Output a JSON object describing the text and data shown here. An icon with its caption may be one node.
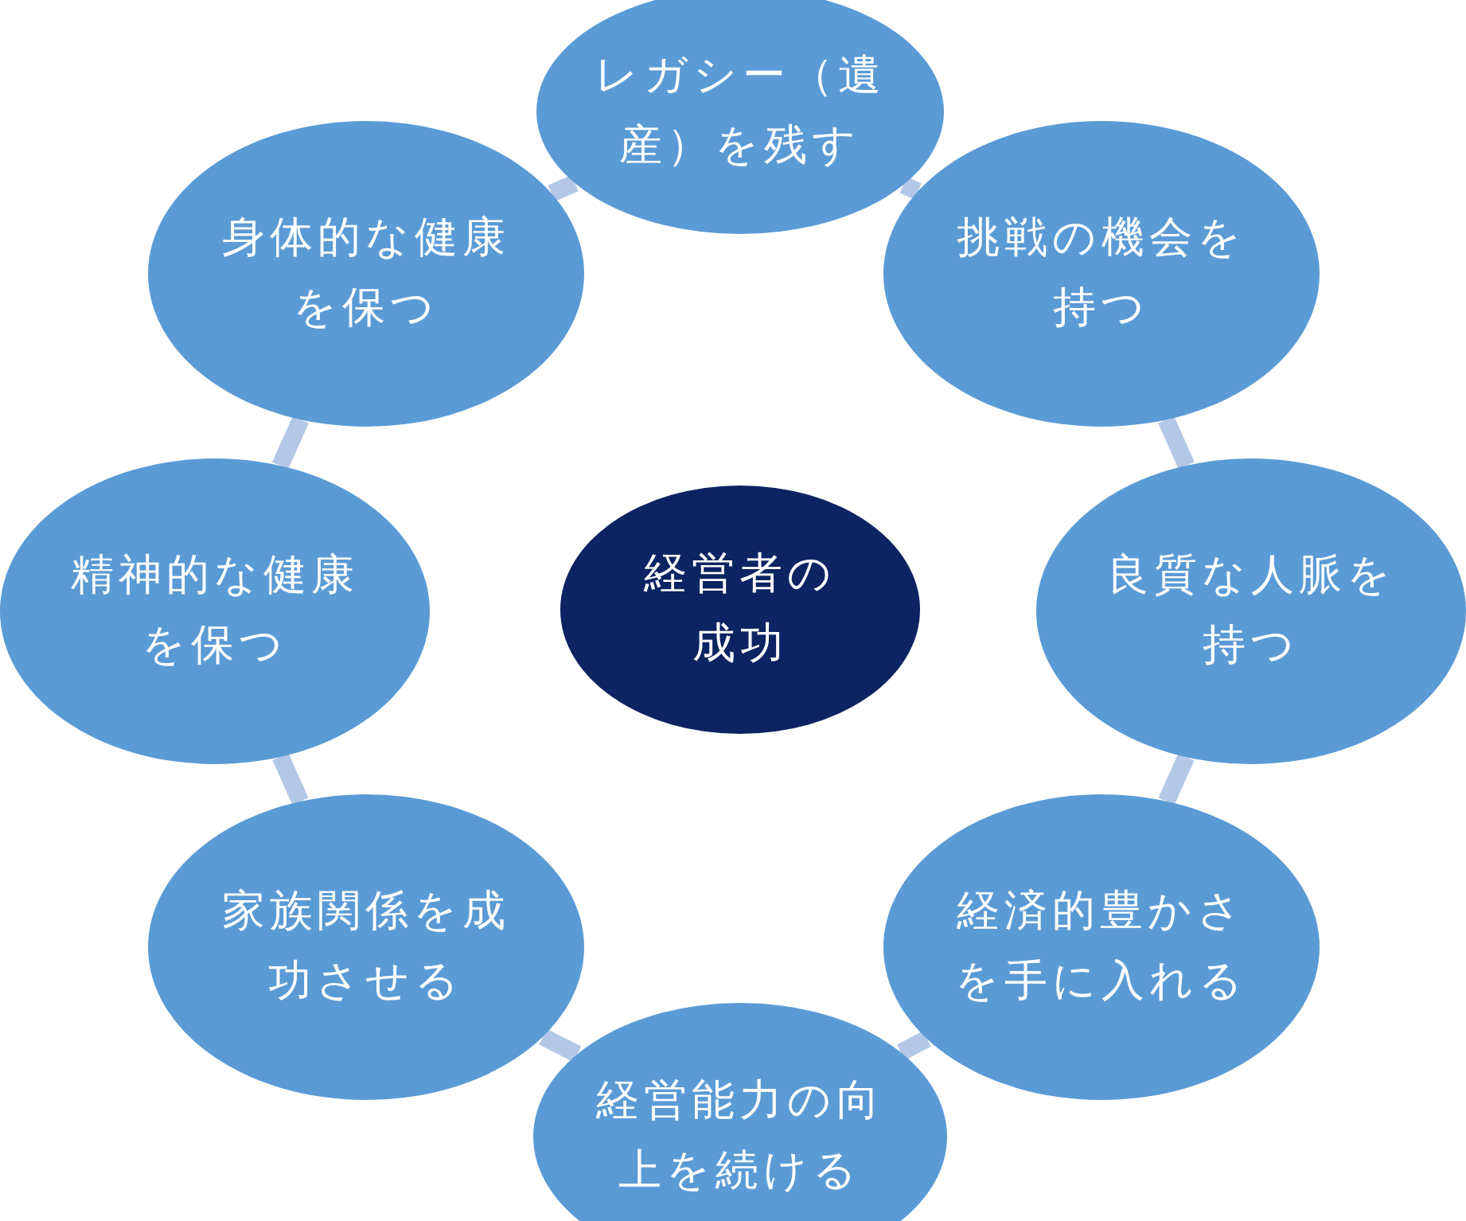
{
  "diagram": {
    "nodes": [
      {
        "text": [
          "レガシー（遺産）を残す"
        ]
      },
      {
        "text": [
          "身体的な健康を保つ"
        ]
      },
      {
        "text": [
          "挑戦の機会を持つ"
        ]
      },
      {
        "text": [
          "精神的な健康を保つ"
        ]
      },
      {
        "text": [
          "経営者の成功"
        ]
      },
      {
        "text": [
          "良質な人脈を持つ"
        ]
      },
      {
        "text": [
          "家族関係を成功させる"
        ]
      },
      {
        "text": [
          "経済的豊かさを手に入れる"
        ]
      },
      {
        "text": [
          "経営能力の向上を続ける"
        ]
      }
    ],
    "edges": [
      {
        "from": 0,
        "to": 2,
        "arrow": "none"
      },
      {
        "from": 2,
        "to": 5,
        "arrow": "none"
      },
      {
        "from": 5,
        "to": 7,
        "arrow": "none"
      },
      {
        "from": 7,
        "to": 8,
        "arrow": "none"
      },
      {
        "from": 8,
        "to": 6,
        "arrow": "none"
      },
      {
        "from": 6,
        "to": 3,
        "arrow": "none"
      },
      {
        "from": 3,
        "to": 1,
        "arrow": "none"
      },
      {
        "from": 1,
        "to": 0,
        "arrow": "none"
      }
    ]
  }
}
